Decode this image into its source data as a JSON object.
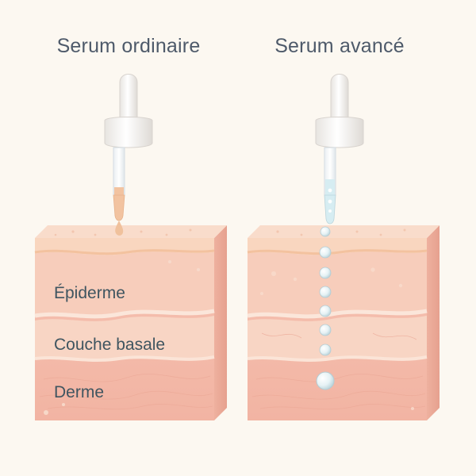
{
  "titles": {
    "left": "Serum ordinaire",
    "right": "Serum avancé"
  },
  "layers": {
    "epidermis": "Épiderme",
    "basal": "Couche basale",
    "dermis": "Derme"
  },
  "colors": {
    "background": "#fcf8f1",
    "skin_surface": "#f8d3c0",
    "epidermis": "#f7c9b7",
    "basal_band": "#f9d8c6",
    "dermis": "#f4b9a8",
    "side_face": "#eaa694",
    "ordinary_serum": "#f2c3a0",
    "advanced_serum": "#d6edf2",
    "dropper_cap": "#f3f1ee"
  },
  "icons": {
    "dropper": "pipette-dropper-icon",
    "droplet": "serum-droplet-icon",
    "bubble": "absorption-bubble-icon"
  }
}
